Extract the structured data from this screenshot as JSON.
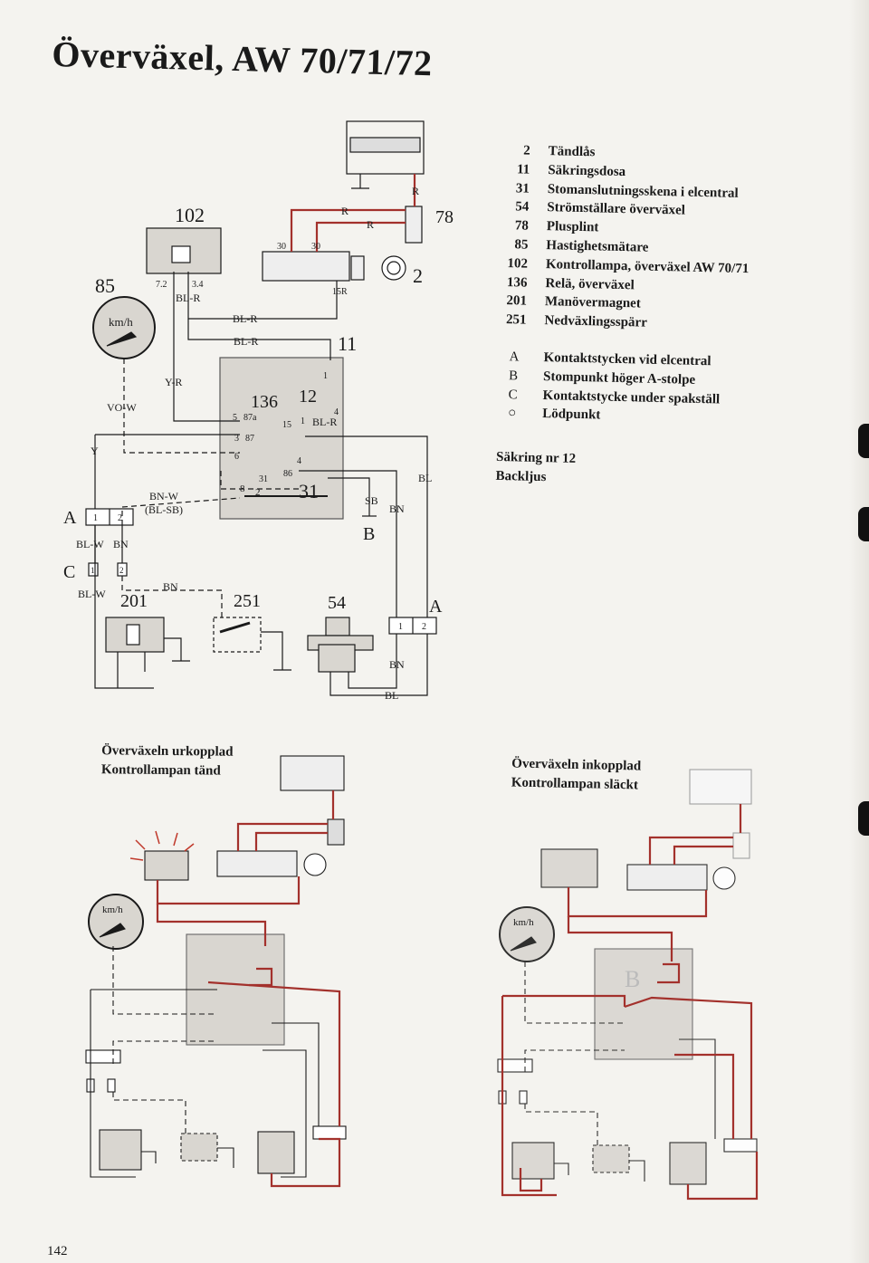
{
  "title": "Överväxel, AW 70/71/72",
  "page_number": "142",
  "legend": {
    "components": [
      {
        "num": "2",
        "text": "Tändlås"
      },
      {
        "num": "11",
        "text": "Säkringsdosa"
      },
      {
        "num": "31",
        "text": "Stomanslutningsskena i elcentral"
      },
      {
        "num": "54",
        "text": "Strömställare överväxel"
      },
      {
        "num": "78",
        "text": "Plusplint"
      },
      {
        "num": "85",
        "text": "Hastighetsmätare"
      },
      {
        "num": "102",
        "text": "Kontrollampa, överväxel AW 70/71"
      },
      {
        "num": "136",
        "text": "Relä, överväxel"
      },
      {
        "num": "201",
        "text": "Manövermagnet"
      },
      {
        "num": "251",
        "text": "Nedväxlingsspärr"
      }
    ],
    "connectors": [
      {
        "key": "A",
        "text": "Kontaktstycken vid elcentral"
      },
      {
        "key": "B",
        "text": "Stompunkt höger A-stolpe"
      },
      {
        "key": "C",
        "text": "Kontaktstycke under spakställ"
      },
      {
        "key": "○",
        "text": "Lödpunkt"
      }
    ],
    "fuse_line1": "Säkring nr 12",
    "fuse_line2": "Backljus"
  },
  "captions": {
    "left_line1": "Överväxeln urkopplad",
    "left_line2": "Kontrollampan tänd",
    "right_line1": "Överväxeln inkopplad",
    "right_line2": "Kontrollampan släckt"
  },
  "diagram": {
    "c102": "102",
    "c85": "85",
    "c11": "11",
    "c136": "136",
    "c12": "12",
    "c31": "31",
    "c2": "2",
    "c78": "78",
    "c201": "201",
    "c251": "251",
    "c54": "54",
    "connA": "A",
    "connA2": "A",
    "connB": "B",
    "connC": "C",
    "speed_unit": "km/h",
    "w_R1": "R",
    "w_R2": "R",
    "w_R3": "R",
    "w_30a": "30",
    "w_30b": "30",
    "w_15R": "15R",
    "w_72": "7.2",
    "w_34": "3.4",
    "w_BLR1": "BL-R",
    "w_BLR2": "BL-R",
    "w_BLR3": "BL-R",
    "w_BLR4": "BL-R",
    "w_YR": "Y-R",
    "w_VOW": "VO-W",
    "w_Y": "Y",
    "w_BNW": "BN-W",
    "w_BLSB": "(BL-SB)",
    "w_BLW1": "BL-W",
    "w_BN1": "BN",
    "w_BLW2": "BL-W",
    "w_BN2": "BN",
    "w_BL1": "BL",
    "w_BN3": "BN",
    "w_SB": "SB",
    "w_BN4": "BN",
    "w_BL2": "BL",
    "p5": "5",
    "p87a": "87a",
    "p15": "15",
    "p1": "1",
    "p4": "4",
    "p3": "3",
    "p87": "87",
    "p6": "6",
    "p31": "31",
    "p86": "86",
    "p8": "8",
    "p2": "2",
    "p1a": "1",
    "p4a": "4",
    "n1": "1",
    "n2": "2",
    "nc1": "1",
    "nc2": "2",
    "na1": "1",
    "na2": "2",
    "ghostB": "B",
    "speed_unit_l": "km/h",
    "speed_unit_r": "km/h"
  },
  "colors": {
    "wire_active": "#a3312c",
    "ink": "#1a1a1a",
    "relay_fill": "#d9d6d0",
    "paper": "#f4f3ef"
  }
}
